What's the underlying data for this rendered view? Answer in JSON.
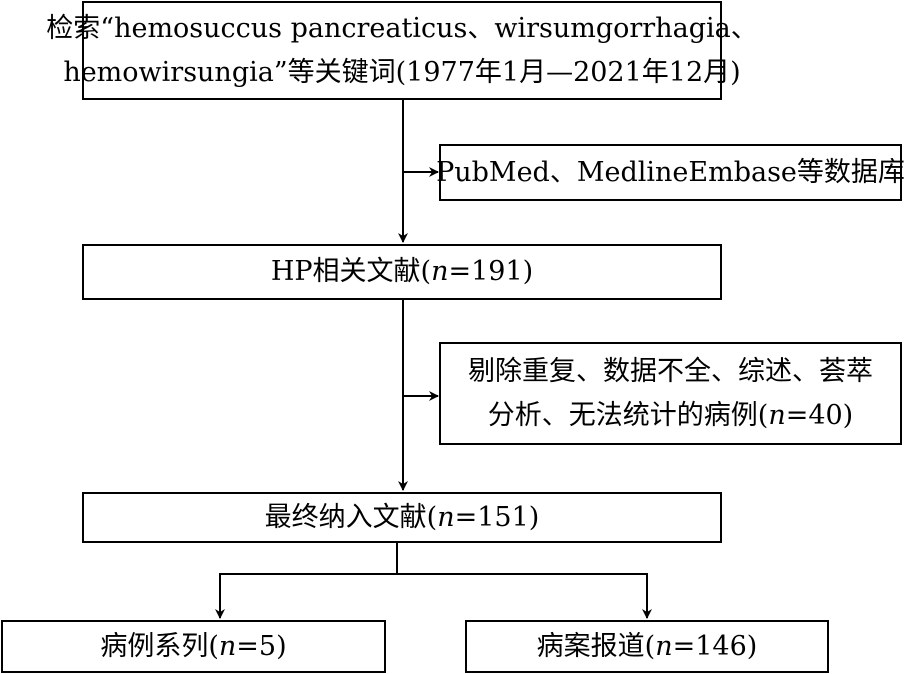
{
  "diagram": {
    "search_box": {
      "line1": "检索“hemosuccus pancreaticus、wirsumgorrhagia、",
      "line2": "hemowirsungia”等关键词(1977年1月—2021年12月)"
    },
    "database_box": {
      "text": "PubMed、MedlineEmbase等数据库"
    },
    "hp_box": {
      "prefix": "HP相关文献(",
      "var": "n",
      "suffix": "=191)"
    },
    "exclusion_box": {
      "line1": "剔除重复、数据不全、综述、荟萃",
      "line2_prefix": "分析、无法统计的病例(",
      "var": "n",
      "line2_suffix": "=40)"
    },
    "final_box": {
      "prefix": "最终纳入文献(",
      "var": "n",
      "suffix": "=151)"
    },
    "case_series_box": {
      "prefix": "病例系列(",
      "var": "n",
      "suffix": "=5)"
    },
    "case_report_box": {
      "prefix": "病案报道(",
      "var": "n",
      "suffix": "=146)"
    }
  }
}
